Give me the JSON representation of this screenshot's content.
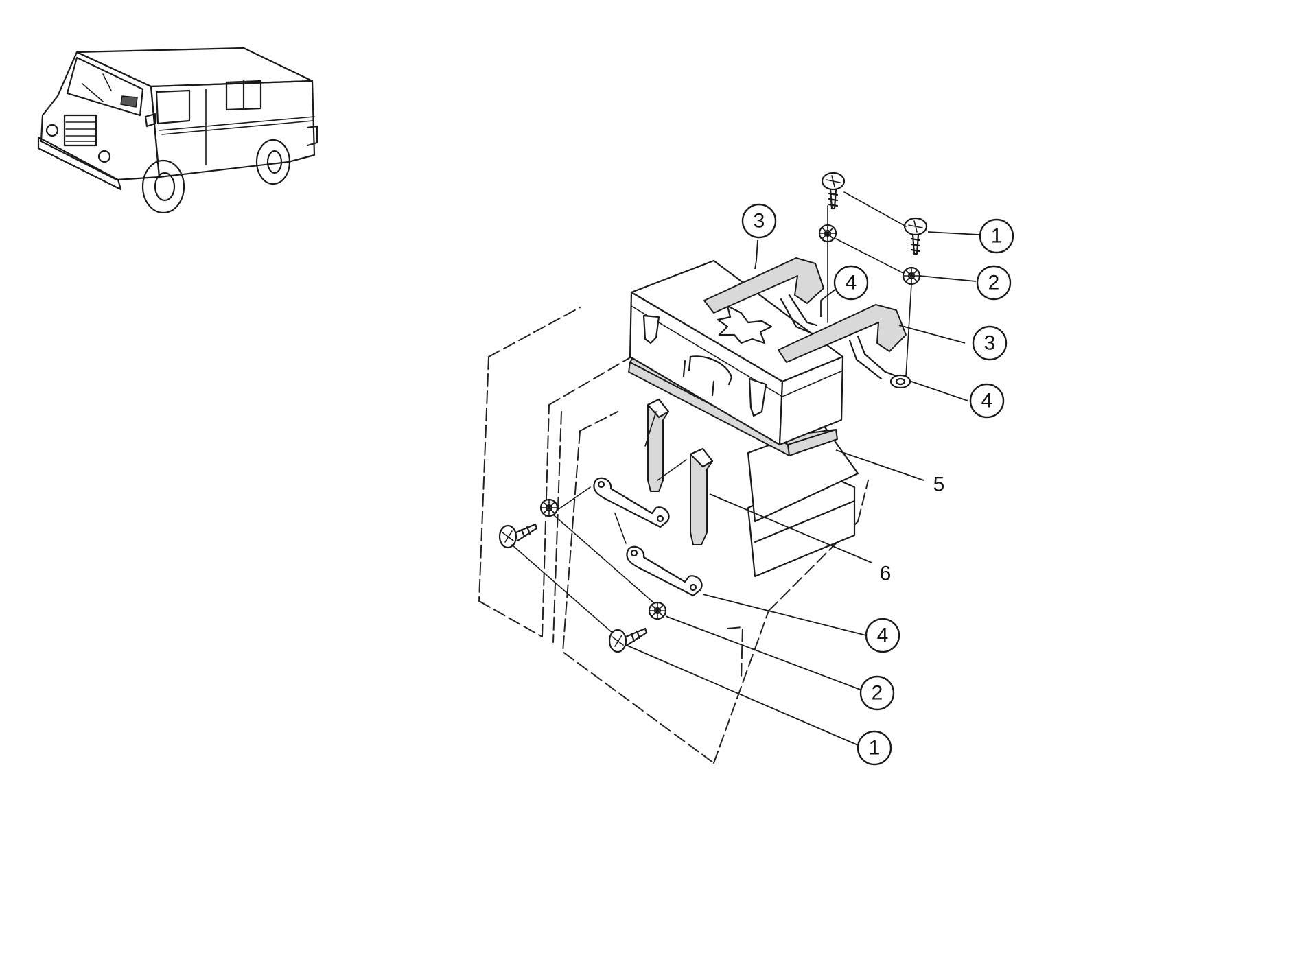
{
  "callouts": {
    "c1_top": "1",
    "c2_top": "2",
    "c3_top_left": "3",
    "c4_top": "4",
    "c3_right": "3",
    "c4_right": "4",
    "c5": "5",
    "c6": "6",
    "c4_bottom": "4",
    "c2_bottom": "2",
    "c1_bottom": "1"
  },
  "icons": {
    "vehicle": "vehicle-thumbnail-icon",
    "screw": "screw-icon",
    "washer": "lock-washer-icon",
    "battery": "battery-icon",
    "bracket": "battery-clamp-icon",
    "strap": "battery-strap-icon",
    "mat": "battery-mat-icon"
  },
  "colors": {
    "ink": "#1a1a1a",
    "background": "#ffffff",
    "shade": "#d9d9d9"
  }
}
